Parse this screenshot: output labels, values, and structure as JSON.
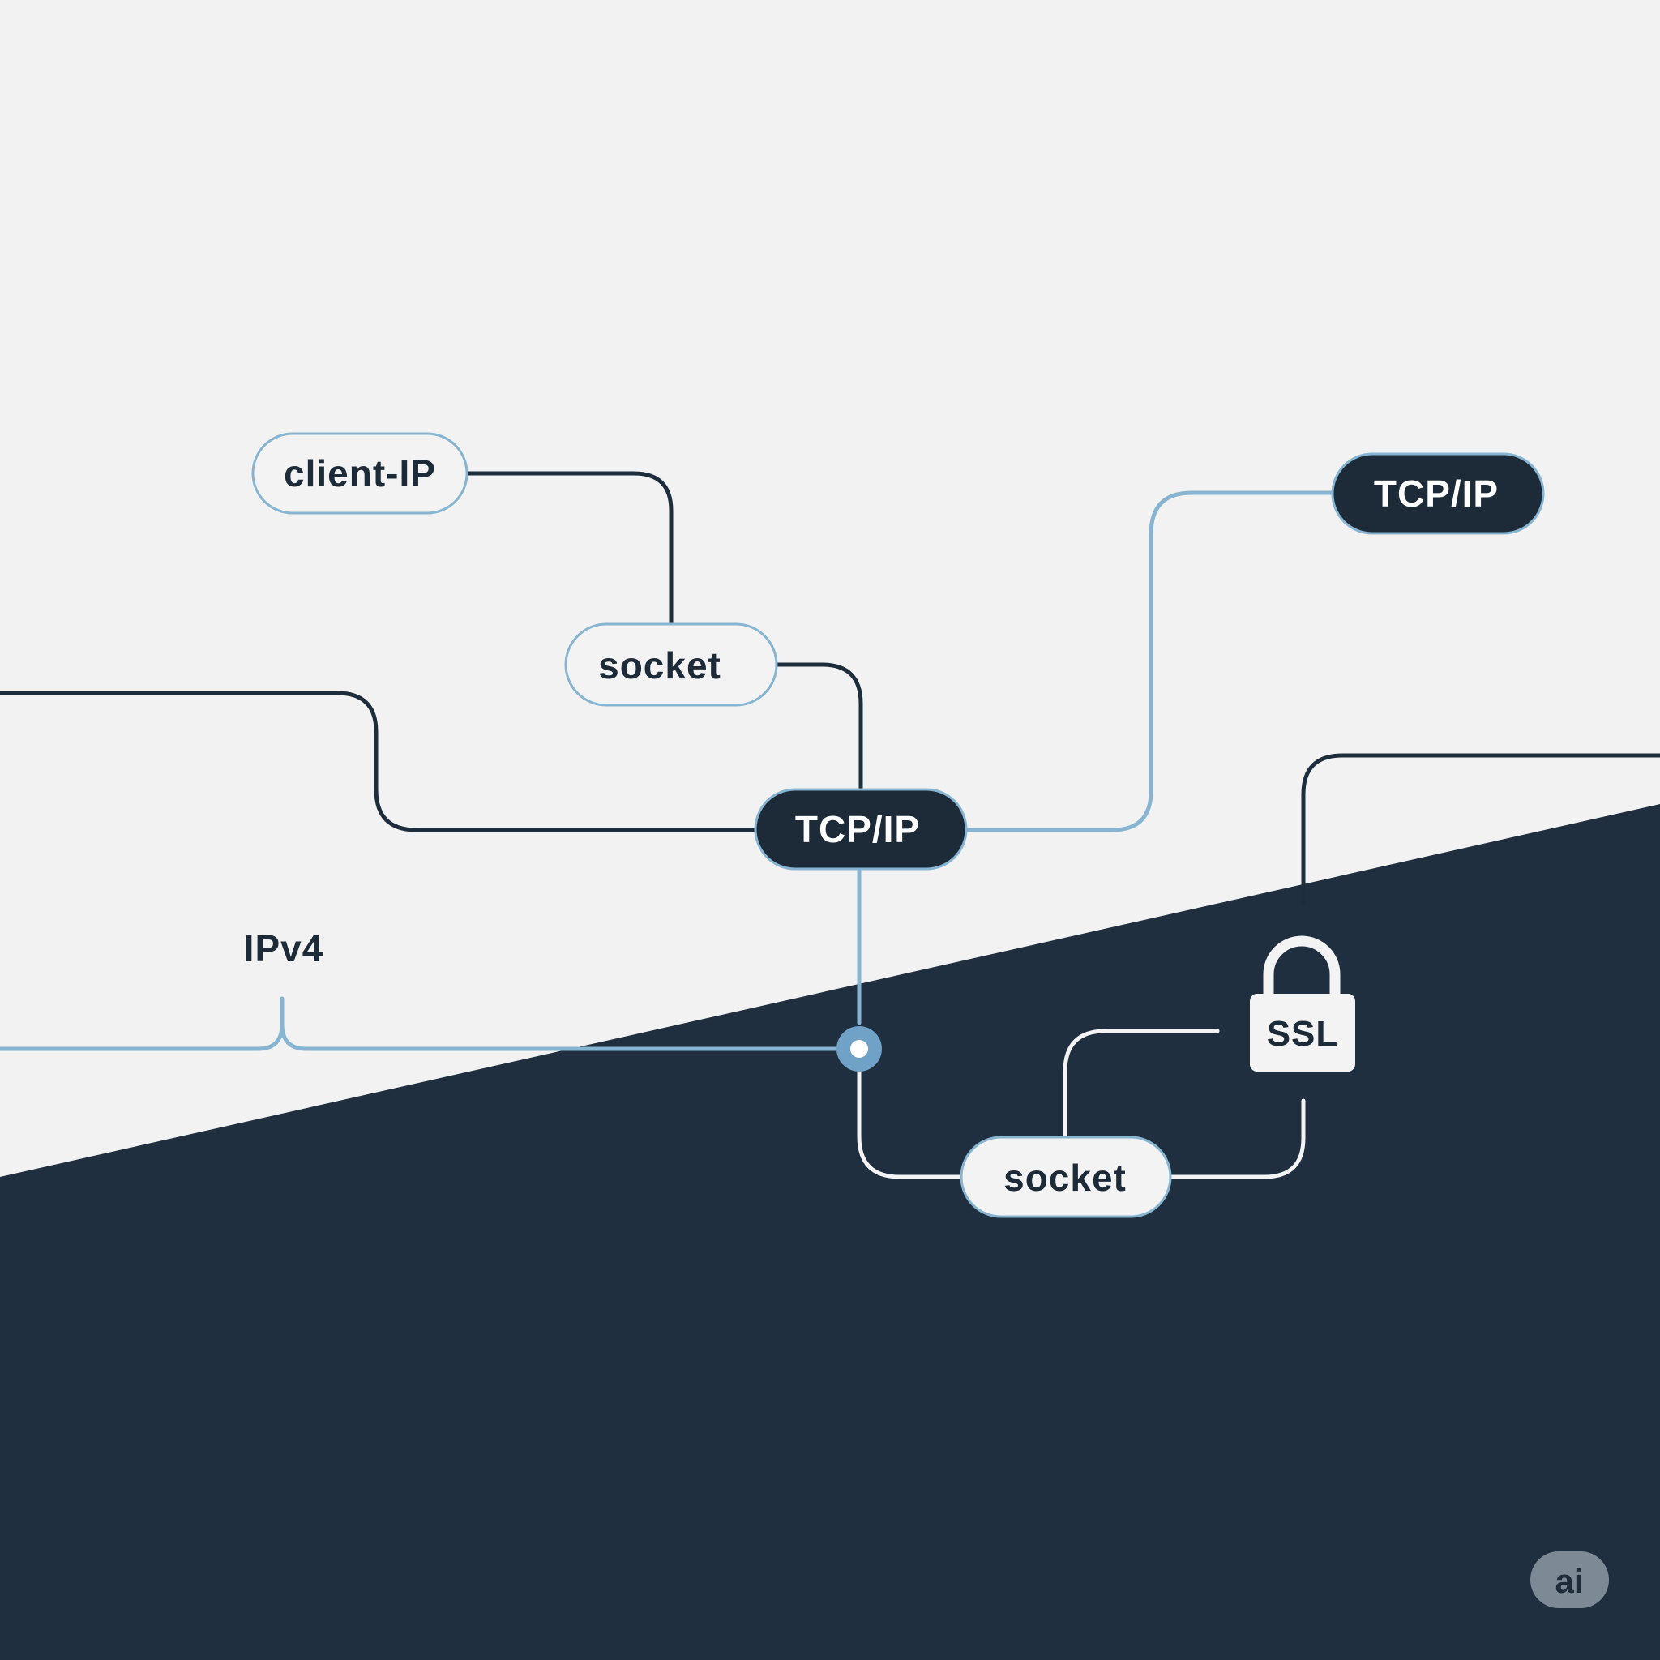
{
  "colors": {
    "background_light": "#f2f2f2",
    "background_dark": "#1f2f3f",
    "line_dark": "#1e2d3c",
    "line_light": "#86b4d1",
    "line_white": "#f4f4f4",
    "pill_light_fill": "#f3f3f3",
    "pill_dark_fill": "#1d2b39",
    "text_dark": "#1d2b39",
    "text_light": "#ffffff",
    "badge_fill": "#7d8a96"
  },
  "nodes": {
    "client_ip": {
      "label": "client-IP",
      "style": "light"
    },
    "socket_top": {
      "label": "socket",
      "style": "light"
    },
    "tcpip_center": {
      "label": "TCP/IP",
      "style": "dark"
    },
    "tcpip_top_right": {
      "label": "TCP/IP",
      "style": "dark"
    },
    "socket_bottom": {
      "label": "socket",
      "style": "light"
    }
  },
  "labels": {
    "ipv4": "IPv4",
    "ssl": "SSL"
  },
  "icons": {
    "lock": "lock-icon",
    "junction": "junction-dot-icon",
    "badge": "ai-badge-icon"
  },
  "badge": {
    "label": "ai"
  }
}
